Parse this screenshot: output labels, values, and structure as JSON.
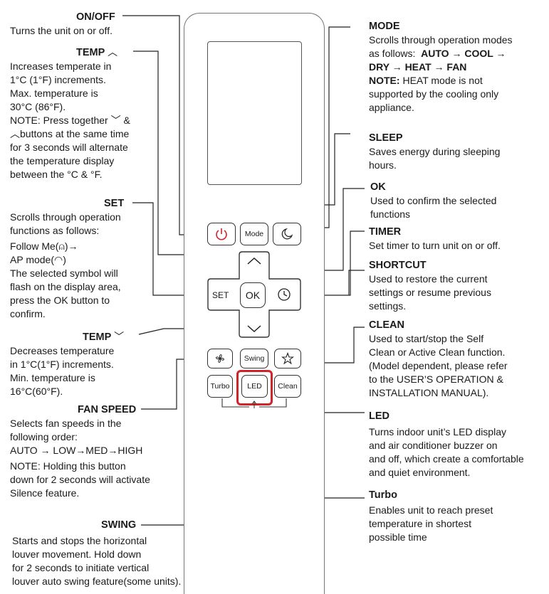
{
  "left": {
    "onoff": {
      "title": "ON/OFF",
      "desc": "Turns the unit on or off."
    },
    "temp_up": {
      "title": "TEMP",
      "lines": [
        "Increases temperate in",
        "1°C (1°F) increments.",
        "Max. temperature is",
        "30°C (86°F).",
        "NOTE: Press together",
        "buttons at the same time",
        "for 3 seconds will alternate",
        "the temperature display",
        "between the °C &  °F."
      ],
      "and": "&"
    },
    "set": {
      "title": "SET",
      "lines": [
        "Scrolls through operation",
        "functions as follows:",
        "Follow Me(",
        "AP mode(",
        "The selected symbol will",
        "flash on the display area,",
        "press the OK button to",
        "confirm."
      ],
      "arrow": ")→",
      ")": ")"
    },
    "temp_down": {
      "title": "TEMP",
      "lines": [
        "Decreases temperature",
        "in 1°C(1°F) increments.",
        "Min. temperature is",
        "16°C(60°F)."
      ]
    },
    "fan": {
      "title": "FAN SPEED",
      "lines": [
        "Selects fan speeds in the",
        "following order:",
        "AUTO  → LOW→MED→HIGH",
        "NOTE: Holding this button",
        "down for 2 seconds will activate",
        "Silence feature."
      ]
    },
    "swing": {
      "title": "SWING",
      "lines": [
        "Starts and stops the horizontal",
        "louver movement. Hold down",
        "for 2 seconds to initiate vertical",
        "louver auto swing feature(some units)."
      ]
    }
  },
  "right": {
    "mode": {
      "title": "MODE",
      "lines": [
        "Scrolls through operation modes",
        "as follows:"
      ],
      "seq1": "AUTO → COOL →",
      "seq2": "DRY →  HEAT → FAN",
      "note_label": "NOTE:",
      "note": " HEAT mode is not",
      "lines2": [
        "supported by the cooling only",
        "appliance."
      ]
    },
    "sleep": {
      "title": "SLEEP",
      "lines": [
        "Saves energy during sleeping",
        "hours."
      ]
    },
    "ok": {
      "title": "OK",
      "lines": [
        "Used to confirm the selected",
        "functions"
      ]
    },
    "timer": {
      "title": "TIMER",
      "lines": [
        "Set timer to turn unit on or off."
      ]
    },
    "shortcut": {
      "title": "SHORTCUT",
      "lines": [
        "Used to restore the current",
        "settings or resume previous",
        "settings."
      ]
    },
    "clean": {
      "title": "CLEAN",
      "lines": [
        "Used to start/stop the Self",
        "Clean or Active Clean function.",
        "(Model dependent, please refer",
        "to the USER’S OPERATION &",
        "INSTALLATION MANUAL)."
      ]
    },
    "led": {
      "title": "LED",
      "lines": [
        "Turns indoor unit’s LED display",
        "and air conditioner buzzer on",
        "and off, which create a comfortable",
        "and quiet environment."
      ]
    },
    "turbo": {
      "title": "Turbo",
      "lines": [
        "Enables unit to reach preset",
        "temperature in shortest",
        "possible time"
      ]
    }
  },
  "buttons": {
    "mode": "Mode",
    "set": "SET",
    "ok": "OK",
    "swing": "Swing",
    "turbo": "Turbo",
    "led": "LED",
    "clean": "Clean"
  },
  "colors": {
    "highlight": "#d0232a",
    "power": "#d0232a"
  }
}
